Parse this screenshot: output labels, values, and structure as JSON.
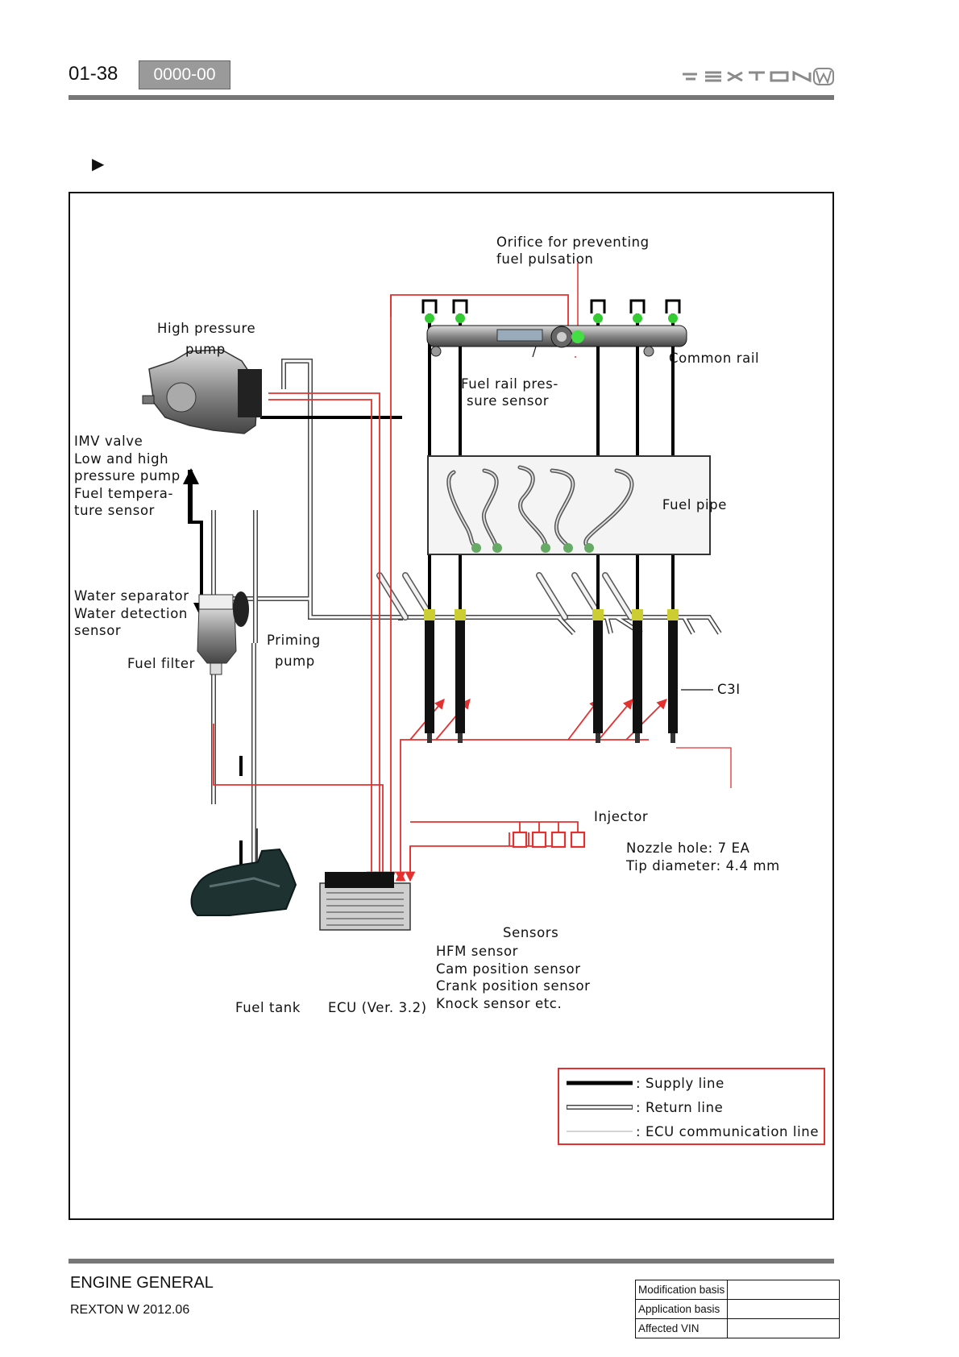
{
  "header": {
    "page_number": "01-38",
    "section_code": "0000-00",
    "brand": "REXTON"
  },
  "labels": {
    "orifice": [
      "Orifice for preventing",
      "fuel pulsation"
    ],
    "high_pressure_pump": [
      "High pressure",
      "pump"
    ],
    "common_rail": "Common rail",
    "fuel_rail_sensor": [
      "Fuel rail pres-",
      "sure sensor"
    ],
    "imv_group": [
      "IMV valve",
      "Low and high",
      "pressure pump",
      "Fuel tempera-",
      "ture sensor"
    ],
    "fuel_pipe": "Fuel pipe",
    "water_separator": [
      "Water separator",
      "Water detection",
      "sensor"
    ],
    "priming_pump": [
      "Priming",
      "pump"
    ],
    "fuel_filter": "Fuel filter",
    "c3i": "C3I",
    "injector": "Injector",
    "nozzle": [
      "Nozzle hole: 7 EA",
      "Tip diameter: 4.4 mm"
    ],
    "sensors_title": "Sensors",
    "sensors_list": [
      "HFM sensor",
      "Cam position sensor",
      "Crank position sensor",
      "Knock sensor etc."
    ],
    "fuel_tank": "Fuel tank",
    "ecu": "ECU (Ver. 3.2)"
  },
  "legend": {
    "supply": ": Supply line",
    "return": ": Return line",
    "ecu_comm": ": ECU communication line"
  },
  "colors": {
    "supply": "#000000",
    "return": "#ffffff",
    "ecu_comm": "#e53030",
    "frame": "#111111"
  },
  "footer": {
    "chapter": "ENGINE GENERAL",
    "model": "REXTON W 2012.06",
    "table": [
      {
        "label": "Modification basis",
        "value": ""
      },
      {
        "label": "Application basis",
        "value": ""
      },
      {
        "label": "Affected VIN",
        "value": ""
      }
    ]
  }
}
